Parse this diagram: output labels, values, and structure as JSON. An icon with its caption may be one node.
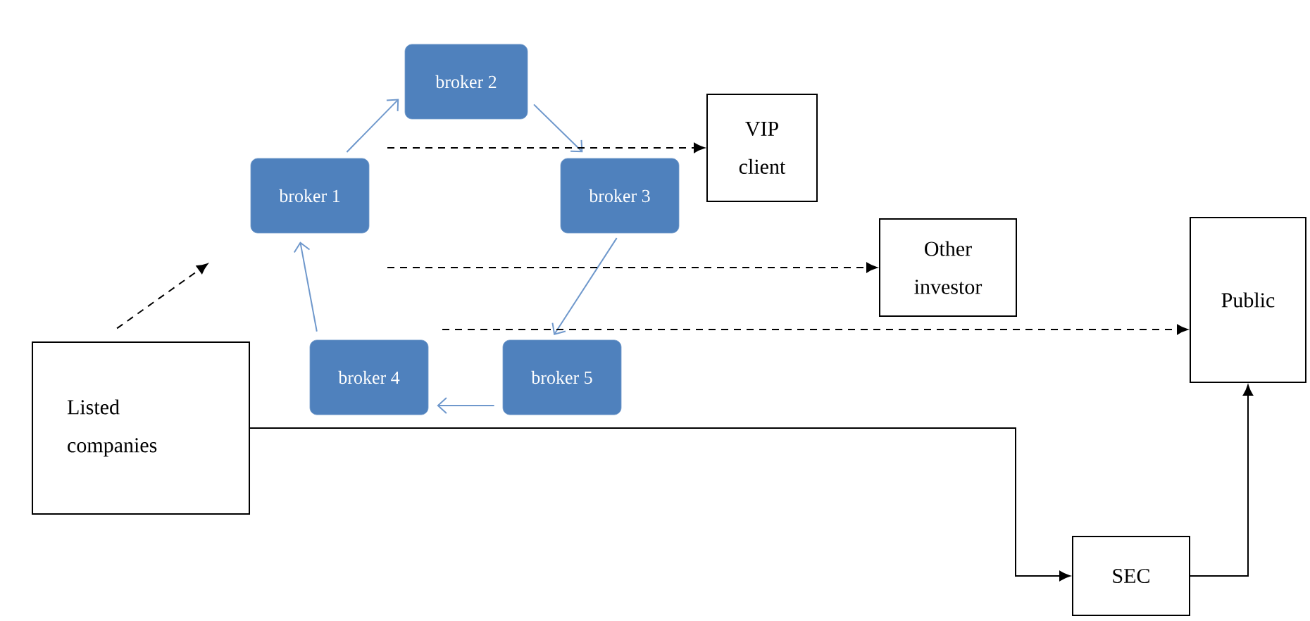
{
  "diagram": {
    "nodes": [
      {
        "text": [
          "broker 2"
        ]
      },
      {
        "text": [
          "broker 1"
        ]
      },
      {
        "text": [
          "broker 3"
        ]
      },
      {
        "text": [
          "VIP client"
        ]
      },
      {
        "text": [
          "Other investor"
        ]
      },
      {
        "text": [
          "Public"
        ]
      },
      {
        "text": [
          "broker 4"
        ]
      },
      {
        "text": [
          "broker 5"
        ]
      },
      {
        "text": [
          "Listed companies"
        ]
      },
      {
        "text": [
          "SEC"
        ]
      }
    ],
    "edges": [
      {
        "from": 1,
        "to": 0,
        "arrow": "to",
        "color": "#6f98cc"
      },
      {
        "from": 0,
        "to": 2,
        "arrow": "to",
        "color": "#6f98cc"
      },
      {
        "from": 2,
        "to": 7,
        "arrow": "to",
        "color": "#6f98cc"
      },
      {
        "from": 7,
        "to": 6,
        "arrow": "to",
        "color": "#6f98cc"
      },
      {
        "from": 6,
        "to": 1,
        "arrow": "to",
        "color": "#6f98cc"
      },
      {
        "from": null,
        "to": 3,
        "arrow": "to",
        "style": "dashed"
      },
      {
        "from": null,
        "to": 4,
        "arrow": "to",
        "style": "dashed"
      },
      {
        "from": null,
        "to": 5,
        "arrow": "to",
        "style": "dashed"
      },
      {
        "from": 8,
        "to": 1,
        "arrow": "to",
        "style": "dashed"
      },
      {
        "from": 8,
        "to": 9,
        "arrow": "to"
      },
      {
        "from": 9,
        "to": 5,
        "arrow": "to"
      }
    ]
  }
}
